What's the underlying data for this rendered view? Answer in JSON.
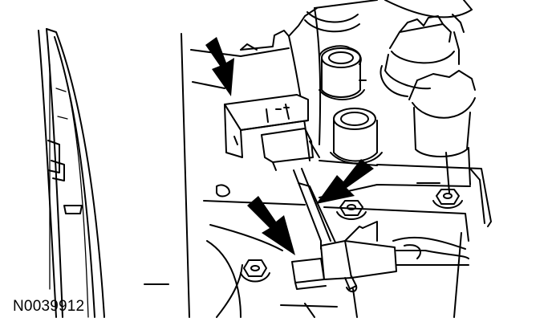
{
  "figure": {
    "id_label": "N0039912"
  },
  "callouts": [
    {
      "name": "arrow-upper-connector"
    },
    {
      "name": "arrow-lower-connector"
    },
    {
      "name": "arrow-right-connector"
    }
  ]
}
